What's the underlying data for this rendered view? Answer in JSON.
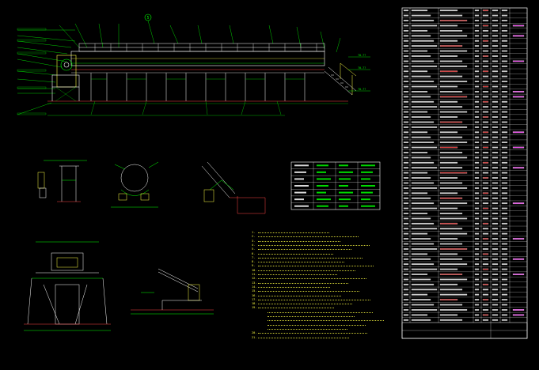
{
  "colors": {
    "background": "#000000",
    "line_primary": "#00ff00",
    "line_secondary": "#ffffff",
    "text_annotation": "#ffff44",
    "dimension": "#ff4444",
    "accent_magenta": "#ff55ff",
    "accent_cyan": "#00ffff"
  },
  "main_view": {
    "callout_label": "5",
    "right_labels": [
      "?0-??",
      "?0-??",
      "?0-??"
    ]
  },
  "detail_views": {
    "view_a_label": "",
    "view_b_label": "",
    "view_c_label": "",
    "view_d_label": "",
    "view_e_label": ""
  },
  "parameter_table": {
    "rows": [
      [
        "",
        "",
        "",
        ""
      ],
      [
        "",
        "",
        "",
        ""
      ],
      [
        "",
        "",
        "",
        ""
      ],
      [
        "",
        "",
        "",
        ""
      ],
      [
        "",
        "",
        "",
        ""
      ],
      [
        "",
        "",
        "",
        ""
      ],
      [
        "",
        "",
        "",
        ""
      ]
    ]
  },
  "notes": {
    "title": "",
    "lines": [
      "1.",
      "2.",
      "3.",
      "4.",
      "5.",
      "6.",
      "7.",
      "8.",
      "9.",
      "10.",
      "11.",
      "12.",
      "13.",
      "14.",
      "15.",
      "16.",
      "17.",
      "18.",
      "19.",
      "",
      "",
      "",
      "",
      "",
      "20.",
      "21."
    ]
  },
  "bom": {
    "row_count": 62,
    "footer": {
      "drawing_no": "",
      "sheet": ""
    }
  }
}
